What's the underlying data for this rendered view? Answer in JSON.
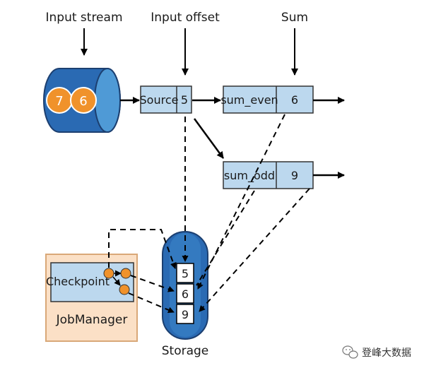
{
  "labels": {
    "input_stream": "Input stream",
    "input_offset": "Input offset",
    "sum": "Sum",
    "storage": "Storage"
  },
  "stream_items": [
    "7",
    "6"
  ],
  "operators": {
    "source": {
      "name": "Source",
      "value": "5"
    },
    "sum_even": {
      "name": "sum_even",
      "value": "6"
    },
    "sum_odd": {
      "name": "sum_odd",
      "value": "9"
    }
  },
  "storage_slots": [
    "5",
    "6",
    "9"
  ],
  "jobmanager": {
    "checkpoint_label": "Checkpoint",
    "title": "JobManager"
  },
  "watermark": {
    "text": "登峰大数据",
    "icon": "wechat-icon"
  },
  "colors": {
    "box_fill": "#bcd8ee",
    "stream_blue": "#2a6ab3",
    "stream_dark": "#1c4f8f",
    "orange": "#f0922b",
    "jobmanager_fill": "#fbe0c6",
    "jobmanager_border": "#d9a878"
  }
}
